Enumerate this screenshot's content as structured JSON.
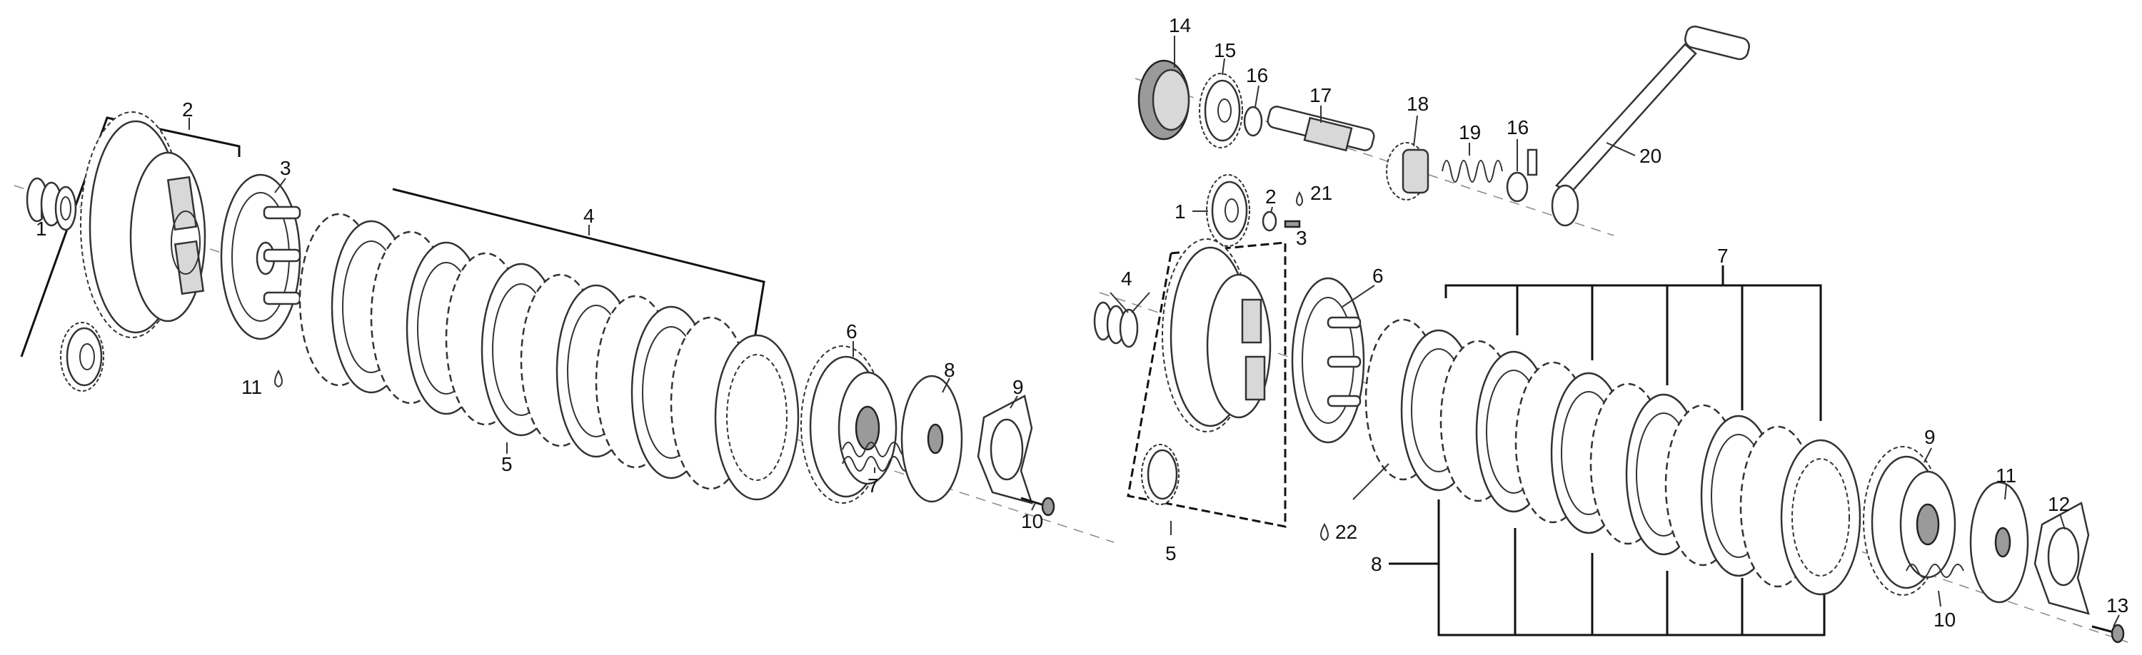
{
  "left_labels": [
    "1",
    "2",
    "3",
    "4",
    "5",
    "6",
    "7",
    "8",
    "9",
    "10",
    "11"
  ],
  "right_labels": [
    "1",
    "2",
    "3",
    "4",
    "5",
    "6",
    "7",
    "8",
    "9",
    "10",
    "11",
    "12",
    "13",
    "14",
    "15",
    "16",
    "16",
    "17",
    "18",
    "19",
    "20",
    "21",
    "22"
  ],
  "colors": {
    "line": "#111111",
    "part_fill": "#ffffff",
    "shade": "#9a9a9a",
    "light_shade": "#d8d8d8",
    "background": "#ffffff"
  },
  "icons": [
    "drop-icon"
  ]
}
